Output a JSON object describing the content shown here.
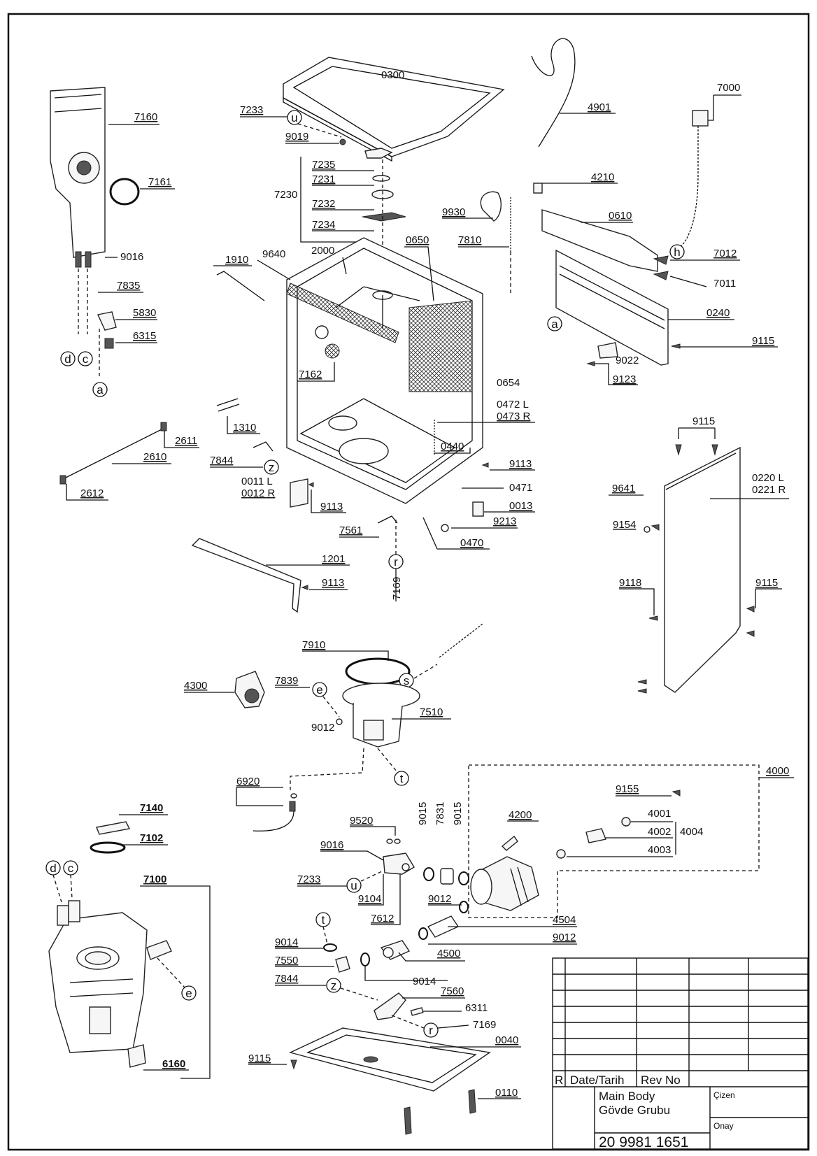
{
  "parts": {
    "p0300": "0300",
    "p7233a": "7233",
    "p9019": "9019",
    "p7235": "7235",
    "p7231": "7231",
    "p7230": "7230",
    "p7232": "7232",
    "p7234": "7234",
    "p4901": "4901",
    "p7000": "7000",
    "p4210": "4210",
    "p9930": "9930",
    "p0610": "0610",
    "p7810": "7810",
    "p0650": "0650",
    "p7160": "7160",
    "p7161": "7161",
    "p9016a": "9016",
    "p7835": "7835",
    "p5830": "5830",
    "p6315": "6315",
    "p1910": "1910",
    "p9640": "9640",
    "p2000": "2000",
    "p7162": "7162",
    "p0654": "0654",
    "p0472": "0472 L",
    "p0473": "0473 R",
    "p7012": "7012",
    "p7011": "7011",
    "p0240": "0240",
    "p9115a": "9115",
    "p9022": "9022",
    "p9123": "9123",
    "p1310": "1310",
    "p2611": "2611",
    "p2610": "2610",
    "p2612": "2612",
    "p7844a": "7844",
    "p0011": "0011 L",
    "p0012": "0012 R",
    "p9113a": "9113",
    "p0440": "0440",
    "p9113b": "9113",
    "p0471": "0471",
    "p0013": "0013",
    "p9213": "9213",
    "p7561": "7561",
    "p0470": "0470",
    "p1201": "1201",
    "p9113c": "9113",
    "p7169a": "7169",
    "p9115b": "9115",
    "p9641": "9641",
    "p0220": "0220 L",
    "p0221": "0221 R",
    "p9154": "9154",
    "p9118": "9118",
    "p9115c": "9115",
    "p7910": "7910",
    "p4300": "4300",
    "p7839": "7839",
    "p9012a": "9012",
    "p7510": "7510",
    "p6920": "6920",
    "p4000": "4000",
    "p9155": "9155",
    "p9015a": "9015",
    "p7831": "7831",
    "p9015b": "9015",
    "p4200": "4200",
    "p4001": "4001",
    "p4002": "4002",
    "p4004": "4004",
    "p4003": "4003",
    "p7140": "7140",
    "p7102": "7102",
    "p9520": "9520",
    "p9016b": "9016",
    "p7233b": "7233",
    "p9104": "9104",
    "p7612": "7612",
    "p9012b": "9012",
    "p4504": "4504",
    "p7100": "7100",
    "p9014a": "9014",
    "p9012c": "9012",
    "p7550": "7550",
    "p4500": "4500",
    "p9014b": "9014",
    "p7844b": "7844",
    "p7560": "7560",
    "p6311": "6311",
    "p7169b": "7169",
    "p0040": "0040",
    "p9115d": "9115",
    "p6160": "6160",
    "p0110": "0110"
  },
  "callouts": {
    "u": "u",
    "d": "d",
    "c": "c",
    "a": "a",
    "h": "h",
    "z": "z",
    "r": "r",
    "s": "s",
    "e": "e",
    "t": "t"
  },
  "title_block": {
    "r_label": "R",
    "date_label": "Date/Tarih",
    "rev_label": "Rev No",
    "title_en": "Main Body",
    "title_tr": "Gövde Grubu",
    "drawn_label": "Çizen",
    "approved_label": "Onay",
    "drawing_number": "20 9981 1651"
  }
}
